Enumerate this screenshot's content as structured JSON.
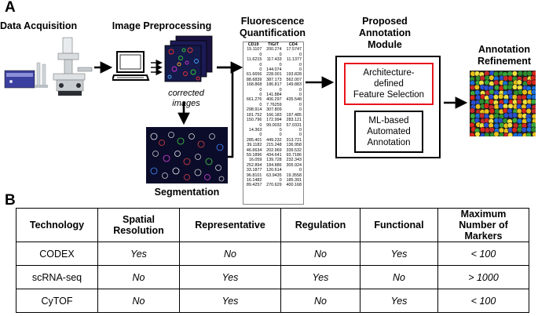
{
  "panel_a": {
    "label": "A",
    "stages": {
      "acquisition": "Data Acquisition",
      "preprocessing": "Image Preprocessing",
      "quantification": [
        "Fluorescence",
        "Quantification"
      ],
      "module": [
        "Proposed",
        "Annotation",
        "Module"
      ],
      "refinement": [
        "Annotation",
        "Refinement"
      ],
      "segmentation": "Segmentation"
    },
    "corrected_images": [
      "corrected",
      "images"
    ],
    "feature_selection": [
      "Architecture-",
      "defined",
      "Feature Selection"
    ],
    "ml_annotation": [
      "ML-based",
      "Automated",
      "Annotation"
    ],
    "quant_table": {
      "headers": [
        "CD19",
        "TIGIT",
        "CD4"
      ],
      "rows": [
        [
          "15.1107",
          "200.274",
          "17.5747"
        ],
        [
          "0",
          "0",
          "0"
        ],
        [
          "11.6215",
          "117.433",
          "11.1377"
        ],
        [
          "0",
          "0",
          "0"
        ],
        [
          "0",
          "144.074",
          "0"
        ],
        [
          "61.6656",
          "228.001",
          "193.828"
        ],
        [
          "88.6839",
          "387.173",
          "562.007"
        ],
        [
          "168.868",
          "186.817",
          "149.883"
        ],
        [
          "0",
          "0",
          "0"
        ],
        [
          "0",
          "141.884",
          "0"
        ],
        [
          "661.276",
          "406.297",
          "435.548"
        ],
        [
          "0",
          "7.76259",
          "0"
        ],
        [
          "298.914",
          "307.809",
          "0"
        ],
        [
          "181.752",
          "166.183",
          "197.485"
        ],
        [
          "150.796",
          "172.994",
          "283.121"
        ],
        [
          "0",
          "99.0032",
          "57.0331"
        ],
        [
          "14.363",
          "0",
          "0"
        ],
        [
          "0",
          "0",
          "0"
        ],
        [
          "285.401",
          "449.232",
          "313.721"
        ],
        [
          "39.1182",
          "215.248",
          "136.958"
        ],
        [
          "46.6634",
          "202.969",
          "339.532"
        ],
        [
          "59.1896",
          "434.641",
          "93.7186"
        ],
        [
          "16.059",
          "139.728",
          "232.343"
        ],
        [
          "252.894",
          "184.886",
          "305.924"
        ],
        [
          "33.1877",
          "120.614",
          "0"
        ],
        [
          "96.8101",
          "63.9435",
          "19.3558"
        ],
        [
          "16.1482",
          "0",
          "185.391"
        ],
        [
          "89.4257",
          "270.629",
          "400.168"
        ]
      ]
    }
  },
  "panel_b": {
    "label": "B",
    "columns": [
      "Technology",
      "Spatial Resolution",
      "Representative",
      "Regulation",
      "Functional",
      "Maximum Number of Markers"
    ],
    "rows": [
      {
        "technology": "CODEX",
        "spatial": "Yes",
        "representative": "No",
        "regulation": "No",
        "functional": "Yes",
        "markers": "< 100"
      },
      {
        "technology": "scRNA-seq",
        "spatial": "No",
        "representative": "Yes",
        "regulation": "Yes",
        "functional": "No",
        "markers": "> 1000"
      },
      {
        "technology": "CyTOF",
        "spatial": "No",
        "representative": "Yes",
        "regulation": "No",
        "functional": "Yes",
        "markers": "< 100"
      }
    ]
  },
  "colors": {
    "highlight_box": "#e8141b",
    "outline": "#000000",
    "instrument_blue": "#3b3fa0",
    "image_bg": "#0b0c2a"
  }
}
